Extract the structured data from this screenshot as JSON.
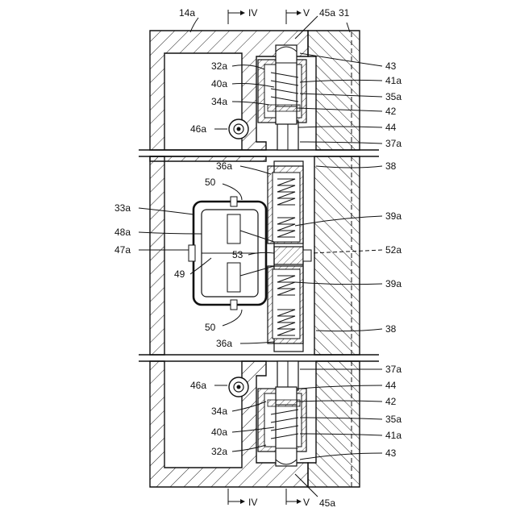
{
  "labels": {
    "l14a": "14a",
    "l31": "31",
    "l45a_top": "45a",
    "l45a_bot": "45a",
    "l32a_top": "32a",
    "l40a_top": "40a",
    "l34a_top": "34a",
    "l46a_top": "46a",
    "l43_top": "43",
    "l41a_top": "41a",
    "l35a_top": "35a",
    "l42_top": "42",
    "l44_top": "44",
    "l37a_top": "37a",
    "l38_top": "38",
    "l36a_top": "36a",
    "l50_top": "50",
    "l33a": "33a",
    "l48a": "48a",
    "l47a": "47a",
    "l53": "53",
    "l49": "49",
    "l39a_top": "39a",
    "l52a": "52a",
    "l39a_bot": "39a",
    "l50_bot": "50",
    "l38_bot": "38",
    "l36a_bot": "36a",
    "l37a_bot": "37a",
    "l46a_bot": "46a",
    "l44_bot": "44",
    "l34a_bot": "34a",
    "l42_bot": "42",
    "l35a_bot": "35a",
    "l40a_bot": "40a",
    "l41a_bot": "41a",
    "l32a_bot": "32a",
    "l43_bot": "43"
  },
  "section_marks": {
    "iv_top": "IV",
    "v_top": "V",
    "iv_bot": "IV",
    "v_bot": "V"
  }
}
